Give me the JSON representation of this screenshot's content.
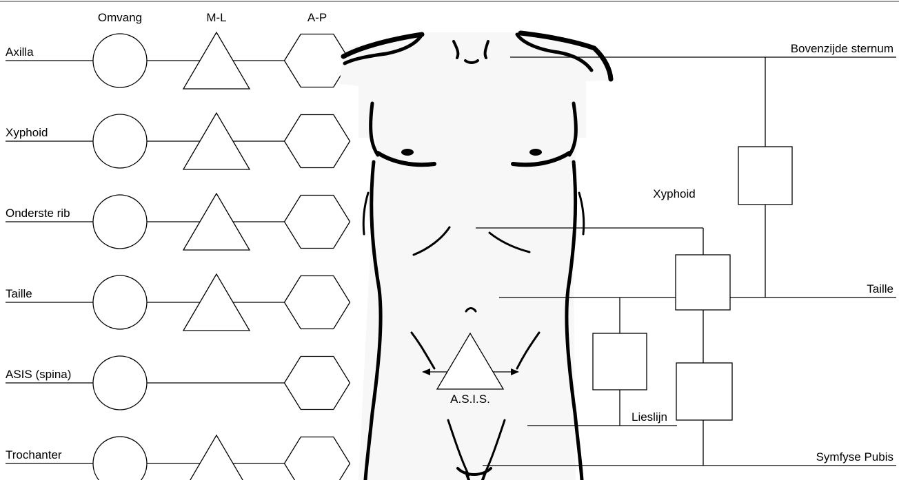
{
  "headers": {
    "circumference": "Omvang",
    "ml": "M-L",
    "ap": "A-P"
  },
  "rows": [
    {
      "label": "Axilla",
      "has_ml": true
    },
    {
      "label": "Xyphoid",
      "has_ml": true
    },
    {
      "label": "Onderste rib",
      "has_ml": true
    },
    {
      "label": "Taille",
      "has_ml": true
    },
    {
      "label": "ASIS (spina)",
      "has_ml": false
    },
    {
      "label": "Trochanter",
      "has_ml": true
    }
  ],
  "right_labels": {
    "top_sternum": "Bovenzijde sternum",
    "xyphoid": "Xyphoid",
    "waist": "Taille",
    "groin": "Lieslijn",
    "pubis": "Symfyse Pubis",
    "asis": "A.S.I.S."
  }
}
